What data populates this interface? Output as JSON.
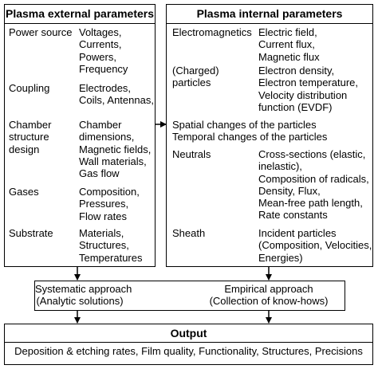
{
  "external": {
    "title": "Plasma external parameters",
    "rows": [
      {
        "label": "Power source",
        "items": "Voltages,\nCurrents,\nPowers,\nFrequency"
      },
      {
        "label": "Coupling",
        "items": "Electrodes,\nCoils, Antennas,"
      },
      {
        "label": "Chamber\nstructure\ndesign",
        "items": "Chamber\ndimensions,\nMagnetic fields,\nWall materials,\nGas flow"
      },
      {
        "label": "Gases",
        "items": "Composition,\nPressures,\nFlow rates"
      },
      {
        "label": "Substrate",
        "items": "Materials,\nStructures,\nTemperatures"
      }
    ]
  },
  "internal": {
    "title": "Plasma internal parameters",
    "rows": [
      {
        "label": "Electromagnetics",
        "items": "Electric field,\nCurrent flux,\nMagnetic flux"
      },
      {
        "label": "(Charged)\nparticles",
        "items": "Electron density,\nElectron temperature,\nVelocity distribution\nfunction (EVDF)"
      },
      {
        "label": "Spatial changes of the particles\nTemporal changes of the particles",
        "items": ""
      },
      {
        "label": "Neutrals",
        "items": "Cross-sections (elastic,\ninelastic),\nComposition of radicals,\nDensity, Flux,\nMean-free path length,\nRate constants"
      },
      {
        "label": "Sheath",
        "items": "Incident particles\n(Composition, Velocities,\nEnergies)"
      }
    ]
  },
  "approach": {
    "systematic": "Systematic approach\n(Analytic solutions)",
    "empirical": "Empirical approach\n(Collection of know-hows)"
  },
  "output": {
    "title": "Output",
    "text": "Deposition & etching rates, Film quality, Functionality, Structures, Precisions"
  }
}
